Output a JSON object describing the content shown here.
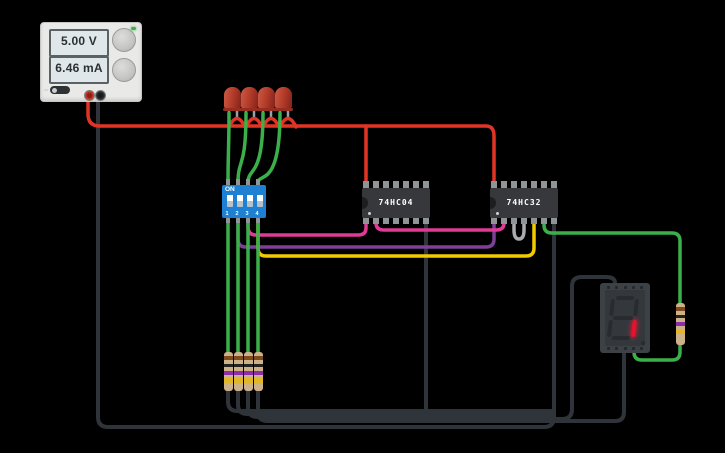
{
  "power_supply": {
    "voltage_display": "5.00 V",
    "current_display": "6.46 mA"
  },
  "dip_switch": {
    "on_label": "ON",
    "pin_labels": [
      "1",
      "2",
      "3",
      "4"
    ]
  },
  "ic1": {
    "label": "74HC04"
  },
  "ic2": {
    "label": "74HC32"
  },
  "seven_segment": {
    "lit_segments": [
      "c"
    ]
  },
  "colors": {
    "wire_red": "#e23425",
    "wire_green": "#3bb04a",
    "wire_dark": "#2f343a",
    "wire_purple": "#7d3f98",
    "wire_magenta": "#e03a97",
    "wire_yellow": "#f2ca00",
    "wire_gray": "#a8adb2",
    "lead_silver": "#9aa0a6",
    "pin_gray": "#8f9496",
    "dip_blue": "#1d80d2",
    "ic_body": "#36383b",
    "led_red": "#b03827",
    "resistor_tan": "#cdb189",
    "band_brown": "#7c4a1e",
    "band_black": "#26221f",
    "band_violet": "#8e2fa8",
    "band_gold": "#e2b62a",
    "segment_red": "#e8112d",
    "psu_body": "#e9e9e7",
    "psu_screen": "#dfe7ea"
  }
}
